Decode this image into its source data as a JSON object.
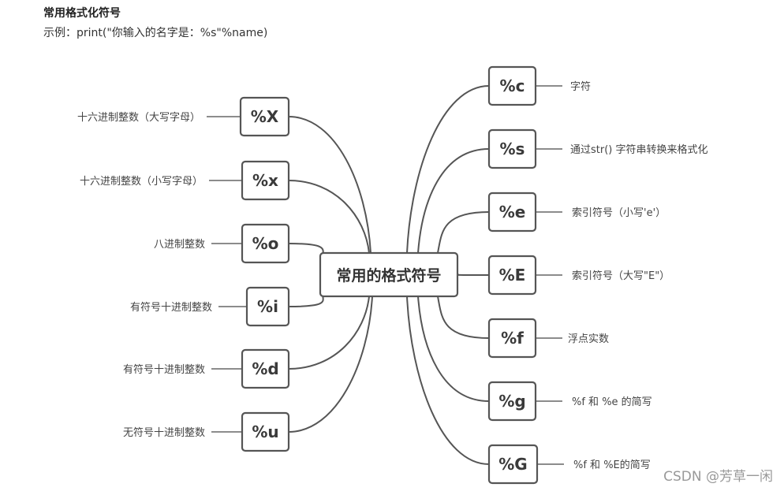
{
  "header": {
    "title": "常用格式化符号",
    "example": "示例：print(\"你输入的名字是：%s\"%name)"
  },
  "diagram": {
    "center": "常用的格式符号",
    "left": [
      {
        "code": "%X",
        "desc": "十六进制整数（大写字母）"
      },
      {
        "code": "%x",
        "desc": "十六进制整数（小写字母）"
      },
      {
        "code": "%o",
        "desc": "八进制整数"
      },
      {
        "code": "%i",
        "desc": "有符号十进制整数"
      },
      {
        "code": "%d",
        "desc": "有符号十进制整数"
      },
      {
        "code": "%u",
        "desc": "无符号十进制整数"
      }
    ],
    "right": [
      {
        "code": "%c",
        "desc": "字符"
      },
      {
        "code": "%s",
        "desc": "通过str() 字符串转换来格式化"
      },
      {
        "code": "%e",
        "desc": "索引符号（小写'e'）"
      },
      {
        "code": "%E",
        "desc": "索引符号（大写\"E\"）"
      },
      {
        "code": "%f",
        "desc": "浮点实数"
      },
      {
        "code": "%g",
        "desc": "%f 和 %e 的简写"
      },
      {
        "code": "%G",
        "desc": "%f 和 %E的简写"
      }
    ]
  },
  "watermark": "CSDN @芳草一闲"
}
